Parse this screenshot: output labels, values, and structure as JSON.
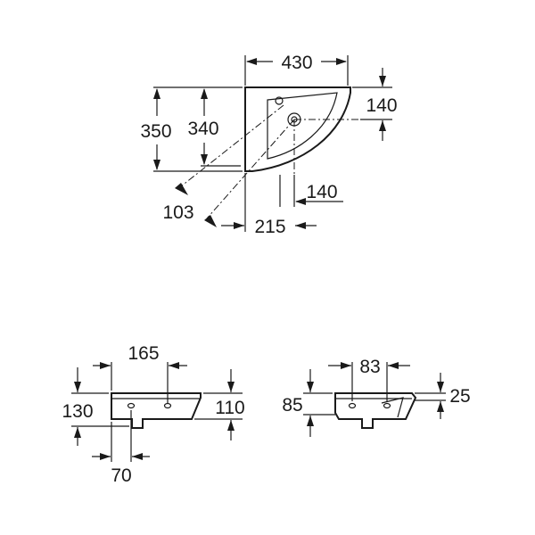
{
  "top_view": {
    "width_label": "430",
    "depth_outer_label": "350",
    "depth_inner_label": "340",
    "tap_offset_top_label": "140",
    "tap_offset_side_label": "140",
    "corner_offset_label": "103",
    "outlet_offset_label": "215"
  },
  "front_view": {
    "tap_spacing_label": "165",
    "height_outer_label": "130",
    "height_inner_label": "110",
    "outlet_offset_label": "70"
  },
  "side_view": {
    "tap_spacing_label": "83",
    "height_label": "85",
    "rim_label": "25"
  }
}
